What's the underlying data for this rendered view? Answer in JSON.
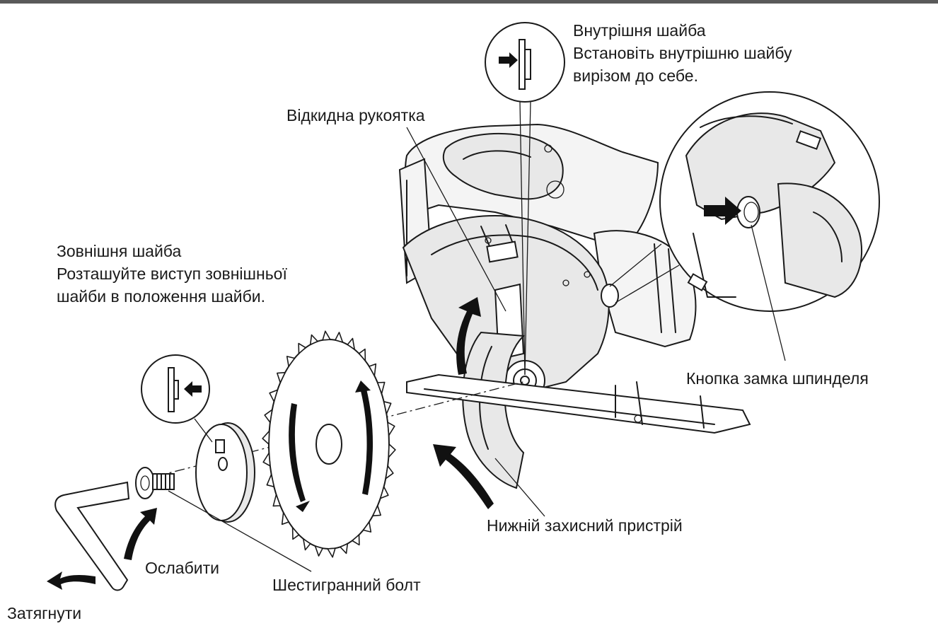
{
  "labels": {
    "inner_washer_title": "Внутрішня шайба",
    "inner_washer_line1": "Встановіть внутрішню шайбу",
    "inner_washer_line2": "вирізом до себе.",
    "folding_handle": "Відкидна рукоятка",
    "outer_washer_title": "Зовнішня шайба",
    "outer_washer_line1": "Розташуйте виступ зовнішньої",
    "outer_washer_line2": "шайби в положення шайби.",
    "spindle_lock_button": "Кнопка замка шпинделя",
    "lower_guard": "Нижній захисний пристрій",
    "loosen": "Ослабити",
    "hex_bolt": "Шестигранний болт",
    "tighten": "Затягнути"
  },
  "colors": {
    "ink": "#1a1a1a",
    "frame": "#5a5a5a",
    "background": "#ffffff"
  },
  "icons": [
    "arrow-icon",
    "hex-wrench-icon",
    "saw-blade-icon",
    "circular-saw-icon",
    "hex-bolt-icon",
    "washer-icon"
  ]
}
